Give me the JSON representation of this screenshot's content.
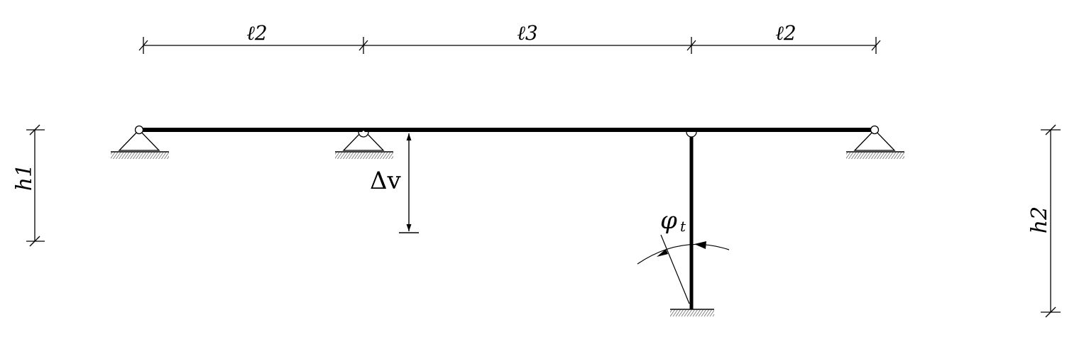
{
  "dimensions": {
    "span_left": "ℓ2",
    "span_middle": "ℓ3",
    "span_right": "ℓ2",
    "height_left": "h1",
    "height_right": "h2"
  },
  "annotations": {
    "vertical_displacement": "Δv",
    "rotation_symbol": "φ",
    "rotation_subscript": "t"
  },
  "colors": {
    "line": "#000000",
    "background": "#ffffff"
  }
}
